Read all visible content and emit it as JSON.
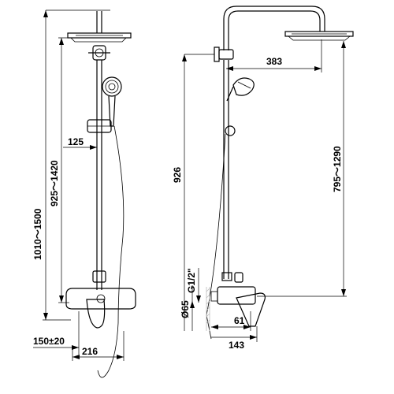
{
  "dimensions": {
    "total_height": "1010～1500",
    "rail_height": "925～1420",
    "holder_offset": "125",
    "valve_spacing": "150±20",
    "spout_reach": "216",
    "arm_reach": "383",
    "valve_to_head": "926",
    "head_height": "795～1290",
    "inlet_thread": "G1/2\"",
    "flange_diameter": "Ø65",
    "wall_to_valve": "61",
    "valve_depth": "143"
  }
}
